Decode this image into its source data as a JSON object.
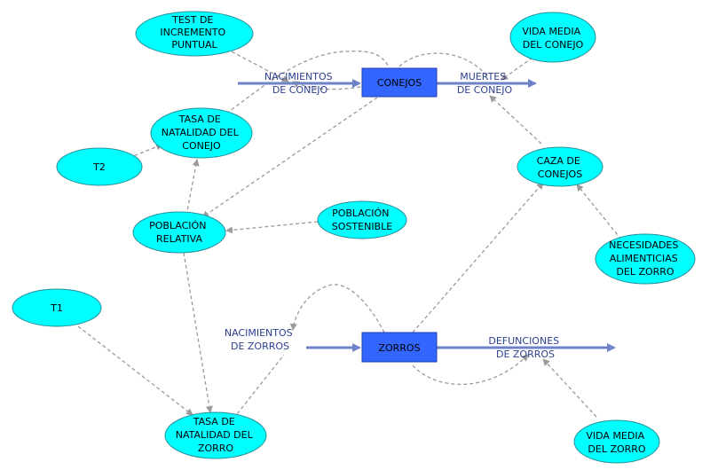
{
  "colors": {
    "node_fill": "#00ffff",
    "stock_fill": "#3366ff",
    "flow_arrow": "#6e82c8",
    "link_dash": "#9a9a9a",
    "flow_text": "#2b3f8f"
  },
  "stocks": {
    "conejos": "CONEJOS",
    "zorros": "ZORROS"
  },
  "flows": {
    "nacimientos_conejo": [
      "NACIMIENTOS",
      "DE CONEJO"
    ],
    "muertes_conejo": [
      "MUERTES",
      "DE CONEJO"
    ],
    "nacimientos_zorros": [
      "NACIMIENTOS",
      "DE ZORROS"
    ],
    "defunciones_zorros": [
      "DEFUNCIONES",
      "DE ZORROS"
    ]
  },
  "variables": {
    "test_incremento": [
      "TEST DE",
      "INCREMENTO",
      "PUNTUAL"
    ],
    "vida_media_conejo": [
      "VIDA MEDIA",
      "DEL CONEJO"
    ],
    "tasa_natalidad_conejo": [
      "TASA DE",
      "NATALIDAD DEL",
      "CONEJO"
    ],
    "t2": [
      "T2"
    ],
    "caza_conejos": [
      "CAZA DE",
      "CONEJOS"
    ],
    "poblacion_relativa": [
      "POBLACIÓN",
      "RELATIVA"
    ],
    "poblacion_sostenible": [
      "POBLACIÓN",
      "SOSTENIBLE"
    ],
    "necesidades_alimenticias": [
      "NECESIDADES",
      "ALIMENTICIAS",
      "DEL ZORRO"
    ],
    "t1": [
      "T1"
    ],
    "tasa_natalidad_zorro": [
      "TASA DE",
      "NATALIDAD DEL",
      "ZORRO"
    ],
    "vida_media_zorro": [
      "VIDA MEDIA",
      "DEL ZORRO"
    ]
  }
}
